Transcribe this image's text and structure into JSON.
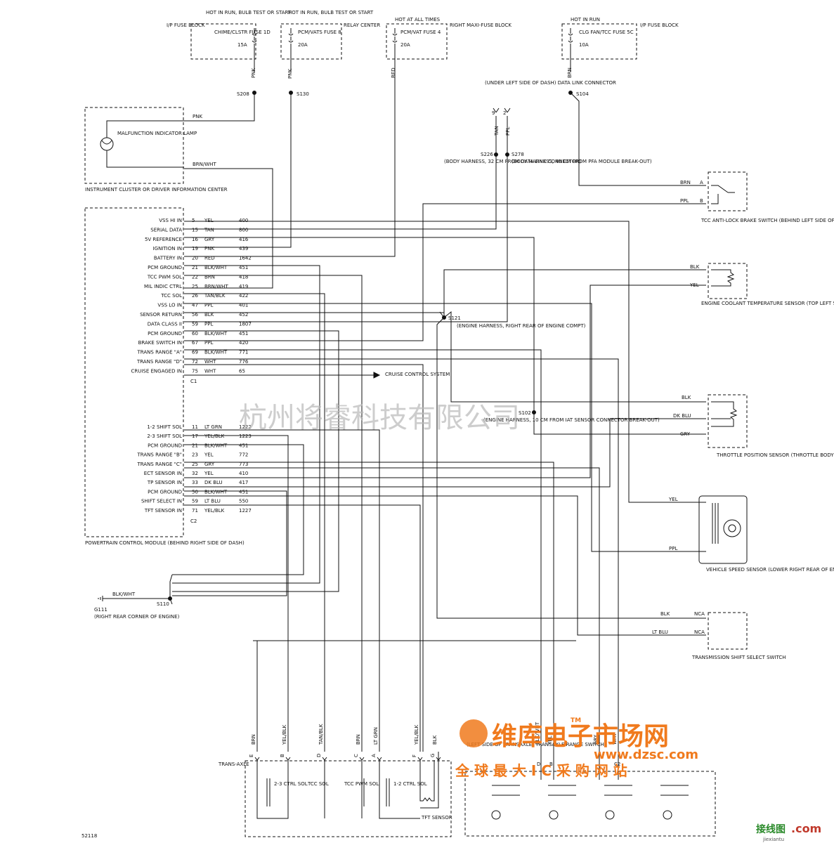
{
  "fuses": [
    {
      "power": "HOT IN RUN, BULB TEST OR START",
      "name": "CHIME/CLSTR FUSE 1D",
      "amp": "15A",
      "block": "I/P FUSE BLOCK",
      "wire": "PNK",
      "splice": "S208"
    },
    {
      "power": "HOT IN RUN, BULB TEST OR START",
      "name": "PCM/VATS FUSE 8",
      "amp": "20A",
      "block": "RELAY CENTER",
      "wire": "PNK",
      "splice": "S130"
    },
    {
      "power": "HOT AT ALL TIMES",
      "name": "PCM/VAT FUSE 4",
      "amp": "20A",
      "block": "RIGHT MAXI-FUSE BLOCK",
      "wire": "RED",
      "splice": ""
    },
    {
      "power": "HOT IN RUN",
      "name": "CLG FAN/TCC FUSE 5C",
      "amp": "10A",
      "block": "I/P FUSE BLOCK",
      "wire": "BRN",
      "splice": "S104"
    }
  ],
  "cluster": {
    "lamp": "MALFUNCTION INDICATOR LAMP",
    "name": "INSTRUMENT CLUSTER OR DRIVER INFORMATION CENTER",
    "wire_top": "PNK",
    "wire_bottom": "BRN/WHT"
  },
  "dlc": {
    "label": "(UNDER LEFT SIDE OF DASH) DATA LINK CONNECTOR",
    "wire_left": "TAN",
    "wire_right": "PPL",
    "pin_left": "9",
    "pin_right": "2"
  },
  "s226": {
    "id": "S226",
    "note": "(BODY HARNESS, 32 CM FROM DATA LINK CONNECTOR)"
  },
  "s278": {
    "id": "S278",
    "note": "(BODY HARNESS, 40 CM FROM PFA MODULE BREAK-OUT)"
  },
  "s121": {
    "id": "S121",
    "note": "(ENGINE HARNESS, RIGHT REAR OF ENGINE COMPT)"
  },
  "s102": {
    "id": "S102",
    "note": "(ENGINE HARNESS, 10 CM FROM IAT SENSOR CONNECTOR BREAK-OUT)"
  },
  "s110": {
    "id": "S110",
    "ground": "G111",
    "ground_note": "(RIGHT REAR CORNER OF ENGINE)",
    "wire": "BLK/WHT"
  },
  "pcm": {
    "name": "POWERTRAIN CONTROL MODULE (BEHIND RIGHT SIDE OF DASH)",
    "c1": "C1",
    "c2": "C2",
    "c1_pins": [
      {
        "label": "VSS HI IN",
        "pin": "5",
        "color": "YEL",
        "circuit": "400"
      },
      {
        "label": "SERIAL DATA",
        "pin": "15",
        "color": "TAN",
        "circuit": "800"
      },
      {
        "label": "5V REFERENCE",
        "pin": "16",
        "color": "GRY",
        "circuit": "416"
      },
      {
        "label": "IGNITION IN",
        "pin": "19",
        "color": "PNK",
        "circuit": "439"
      },
      {
        "label": "BATTERY IN",
        "pin": "20",
        "color": "RED",
        "circuit": "1642"
      },
      {
        "label": "PCM GROUND",
        "pin": "21",
        "color": "BLK/WHT",
        "circuit": "451"
      },
      {
        "label": "TCC PWM SOL",
        "pin": "22",
        "color": "BRN",
        "circuit": "418"
      },
      {
        "label": "MIL INDIC CTRL",
        "pin": "25",
        "color": "BRN/WHT",
        "circuit": "419"
      },
      {
        "label": "TCC SOL",
        "pin": "26",
        "color": "TAN/BLK",
        "circuit": "422"
      },
      {
        "label": "VSS LO IN",
        "pin": "47",
        "color": "PPL",
        "circuit": "401"
      },
      {
        "label": "SENSOR RETURN",
        "pin": "56",
        "color": "BLK",
        "circuit": "452"
      },
      {
        "label": "DATA CLASS II",
        "pin": "59",
        "color": "PPL",
        "circuit": "1807"
      },
      {
        "label": "PCM GROUND",
        "pin": "60",
        "color": "BLK/WHT",
        "circuit": "451"
      },
      {
        "label": "BRAKE SWITCH IN",
        "pin": "67",
        "color": "PPL",
        "circuit": "420"
      },
      {
        "label": "TRANS RANGE \"A\"",
        "pin": "69",
        "color": "BLK/WHT",
        "circuit": "771"
      },
      {
        "label": "TRANS RANGE \"D\"",
        "pin": "72",
        "color": "WHT",
        "circuit": "776"
      },
      {
        "label": "CRUISE ENGAGED IN",
        "pin": "75",
        "color": "WHT",
        "circuit": "65"
      }
    ],
    "c2_pins": [
      {
        "label": "1-2 SHIFT SOL",
        "pin": "11",
        "color": "LT GRN",
        "circuit": "1222"
      },
      {
        "label": "2-3 SHIFT SOL",
        "pin": "17",
        "color": "YEL/BLK",
        "circuit": "1223"
      },
      {
        "label": "PCM GROUND",
        "pin": "21",
        "color": "BLK/WHT",
        "circuit": "451"
      },
      {
        "label": "TRANS RANGE \"B\"",
        "pin": "23",
        "color": "YEL",
        "circuit": "772"
      },
      {
        "label": "TRANS RANGE \"C\"",
        "pin": "25",
        "color": "GRY",
        "circuit": "773"
      },
      {
        "label": "ECT SENSOR IN",
        "pin": "32",
        "color": "YEL",
        "circuit": "410"
      },
      {
        "label": "TP SENSOR IN",
        "pin": "33",
        "color": "DK BLU",
        "circuit": "417"
      },
      {
        "label": "PCM GROUND",
        "pin": "50",
        "color": "BLK/WHT",
        "circuit": "451"
      },
      {
        "label": "SHIFT SELECT IN",
        "pin": "59",
        "color": "LT BLU",
        "circuit": "550"
      },
      {
        "label": "TFT SENSOR IN",
        "pin": "71",
        "color": "YEL/BLK",
        "circuit": "1227"
      }
    ]
  },
  "cruise": "CRUISE CONTROL SYSTEM",
  "tcc_switch": {
    "name": "TCC ANTI-LOCK BRAKE SWITCH (BEHIND LEFT SIDE OF DASH)",
    "wire_a": "BRN",
    "wire_b": "PPL",
    "pin_a": "A",
    "pin_b": "B"
  },
  "ect": {
    "name": "ENGINE COOLANT TEMPERATURE SENSOR (TOP LEFT SIDE OF ENGINE, BEHIND THROTTLE BODY)",
    "wire_a": "BLK",
    "wire_b": "YEL"
  },
  "tps": {
    "name": "THROTTLE POSITION SENSOR (THROTTLE BODY)",
    "wire_a": "BLK",
    "wire_b": "DK BLU",
    "wire_c": "GRY"
  },
  "vss": {
    "name": "VEHICLE SPEED SENSOR (LOWER RIGHT REAR OF ENGINE COMPT, ON TRANSAXLE)",
    "wire_a": "YEL",
    "wire_b": "PPL"
  },
  "shift_switch": {
    "name": "TRANSMISSION SHIFT SELECT SWITCH",
    "wire_h": "BLK",
    "wire_g": "LT BLU",
    "nca": "NCA"
  },
  "transaxle": {
    "label": "TRANS-AXLE",
    "wires": [
      {
        "color": "BRN",
        "pin": "E"
      },
      {
        "color": "YEL/BLK",
        "pin": "B"
      },
      {
        "color": "TAN/BLK",
        "pin": "D"
      },
      {
        "color": "BRN",
        "pin": "C"
      },
      {
        "color": "LT GRN",
        "pin": "A"
      },
      {
        "color": "YEL/BLK",
        "pin": "F"
      },
      {
        "color": "BLK",
        "pin": "G"
      }
    ],
    "solenoids": [
      "2-3 CTRL SOL",
      "TCC SOL",
      "TCC PWM SOL",
      "1-2 CTRL SOL"
    ],
    "tft": "TFT SENSOR",
    "range_switch": "(LEFT SIDE OF TRANSAXLE) TRANSAXLE RANGE SWITCH",
    "rs_wires": [
      "BLK/WHT",
      "YEL",
      "GRY",
      "WHT"
    ],
    "rs_pins": [
      "D",
      "B",
      "",
      "C2"
    ]
  },
  "page_id": "52118",
  "watermark": "杭州将睿科技有限公司",
  "logo": {
    "cn": "维库电子市场网",
    "url": "www.dzsc.com",
    "slogan": "全 球 最 大 I C 采 购 网 站",
    "tm": "TM"
  },
  "corner": {
    "cn": "接线图",
    "com": ".com",
    "url": "jiexiantu"
  },
  "colors": {
    "line": "#111111",
    "watermark": "#b9b9b9",
    "brand": "#f07a1d"
  }
}
